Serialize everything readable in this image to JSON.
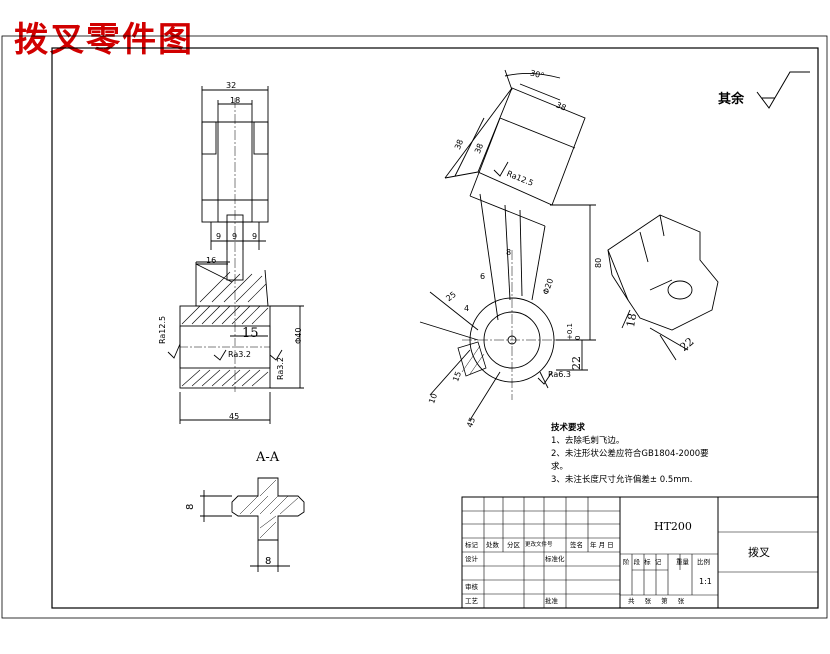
{
  "title": "拨叉零件图",
  "surface_note": {
    "label": "其余"
  },
  "section_label": "A-A",
  "tech_requirements": {
    "heading": "技术要求",
    "items": [
      "1、去除毛刺飞边。",
      "2、未注形状公差应符合GB1804-2000要",
      "求。",
      "3、未注长度尺寸允许偏差± 0.5mm."
    ]
  },
  "dimensions": {
    "d32": "32",
    "d18": "18",
    "d9a": "9",
    "d9b": "9",
    "d9c": "9",
    "d16": "16",
    "d15": "15",
    "d40": "Φ40",
    "d45": "45",
    "ra125": "Ra12.5",
    "ra32": "Ra3.2",
    "ra32b": "Ra3.2",
    "d8a": "8",
    "d8b": "8",
    "ang": "30°",
    "d38a": "38",
    "d38b": "38",
    "d38c": "38",
    "ra125b": "Ra12.5",
    "d8c": "8",
    "d6": "6",
    "d25": "25",
    "d4": "4",
    "d80": "80",
    "d20": "Φ20",
    "tol": "+0.1",
    "tol0": "0",
    "d22": "22",
    "ra63": "Ra6.3",
    "d10": "10",
    "d15b": "15",
    "d45b": "45",
    "iso18": "18",
    "iso22": "22"
  },
  "title_block": {
    "material": "HT200",
    "part_name": "拨叉",
    "scale": "1:1",
    "rev_headers": [
      "标记",
      "处数",
      "分区",
      "更改文件号",
      "签名",
      "年 月 日"
    ],
    "left_labels": [
      "设计",
      "审核",
      "工艺"
    ],
    "mid_labels": [
      "标准化",
      "批准"
    ],
    "stage_labels": [
      "阶 段 标 记",
      "重量",
      "比例"
    ],
    "sheet_label": "共 张 第 张"
  }
}
